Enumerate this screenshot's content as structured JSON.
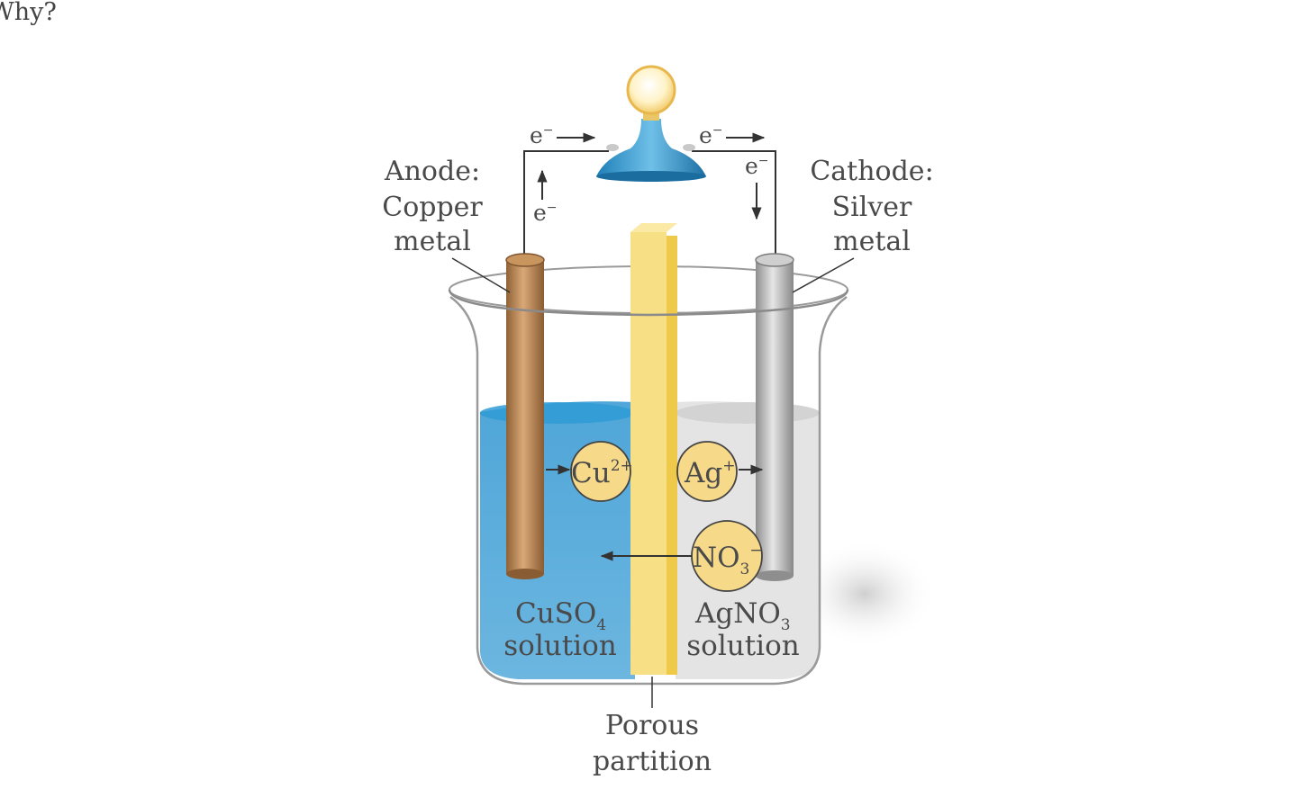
{
  "header": {
    "text": "Why?"
  },
  "labels": {
    "anode": [
      "Anode:",
      "Copper",
      "metal"
    ],
    "cathode": [
      "Cathode:",
      "Silver",
      "metal"
    ],
    "electron": "e",
    "electron_charge": "−",
    "left_solution": {
      "formula_main": "CuSO",
      "formula_sub": "4",
      "word": "solution"
    },
    "right_solution": {
      "formula_main": "AgNO",
      "formula_sub": "3",
      "word": "solution"
    },
    "partition": [
      "Porous",
      "partition"
    ],
    "ions": {
      "cu": {
        "symbol": "Cu",
        "charge": "2+"
      },
      "ag": {
        "symbol": "Ag",
        "charge": "+"
      },
      "no3": {
        "symbol": "NO",
        "sub": "3",
        "charge": "−"
      }
    }
  },
  "colors": {
    "copper": "#b78552",
    "silver": "#b8b8b8",
    "cuso4_solution": "#6ab4df",
    "agno3_solution": "#e3e3e3",
    "partition": "#f5dc7c",
    "ion_circle": "#f7d98a",
    "bulb_base": "#2b8cc4"
  }
}
